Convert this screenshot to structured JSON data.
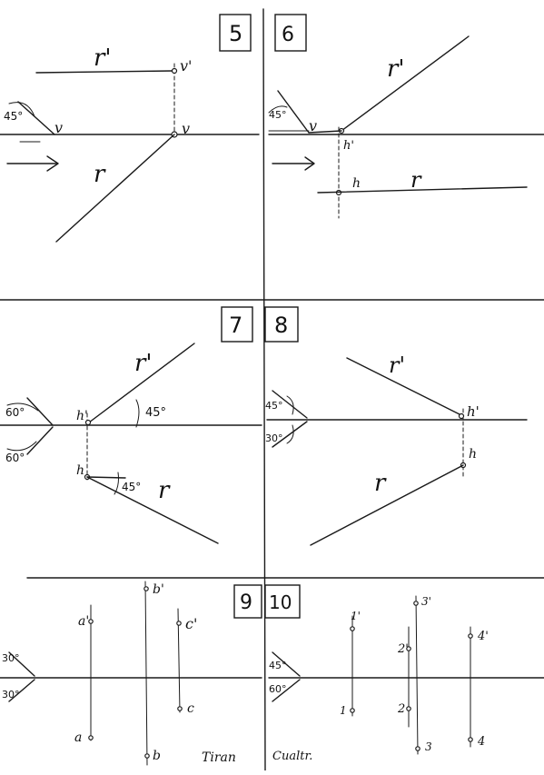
{
  "labels": {
    "n5": "5",
    "n6": "6",
    "n7": "7",
    "n8": "8",
    "n9": "9",
    "n10": "10",
    "r": "r",
    "r_prime": "r'",
    "v": "v",
    "v_prime": "v'",
    "h": "h",
    "h_prime": "h'",
    "a": "a",
    "a_prime": "a'",
    "b": "b",
    "b_prime": "b'",
    "c": "c",
    "c_prime": "c'",
    "p1": "1",
    "p1_prime": "1'",
    "p2": "2",
    "p2_prime": "2'",
    "p3": "3",
    "p3_prime": "3'",
    "p4": "4",
    "p4_prime": "4'",
    "ang45": "45°",
    "ang30": "30°",
    "ang60": "60°",
    "footer_left": "Tiran",
    "footer_right": "Cualtr."
  }
}
